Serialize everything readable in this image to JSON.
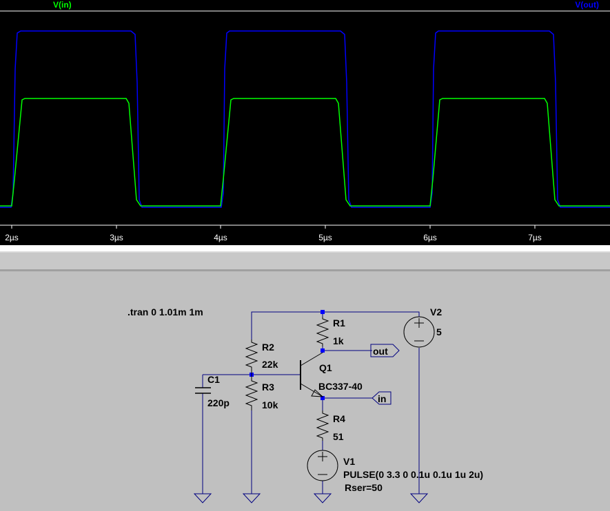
{
  "waveform": {
    "traces": [
      {
        "label": "V(in)",
        "color": "#00ff00"
      },
      {
        "label": "V(out)",
        "color": "#0000ff"
      }
    ],
    "time_ticks": [
      "2µs",
      "3µs",
      "4µs",
      "5µs",
      "6µs",
      "7µs"
    ],
    "axis_color": "#ffffff"
  },
  "schematic": {
    "directive": ".tran 0 1.01m 1m",
    "components": [
      {
        "ref": "R1",
        "value": "1k"
      },
      {
        "ref": "R2",
        "value": "22k"
      },
      {
        "ref": "R3",
        "value": "10k"
      },
      {
        "ref": "R4",
        "value": "51"
      },
      {
        "ref": "C1",
        "value": "220p"
      },
      {
        "ref": "Q1",
        "value": "BC337-40"
      },
      {
        "ref": "V1",
        "value": "PULSE(0 3.3 0 0.1u 0.1u 1u 2u)",
        "extra": "Rser=50"
      },
      {
        "ref": "V2",
        "value": "5"
      }
    ],
    "net_labels": {
      "out": "out",
      "in": "in"
    },
    "wire_color": "#000080",
    "symbol_color": "#000000",
    "junction_color": "#0000ff"
  }
}
